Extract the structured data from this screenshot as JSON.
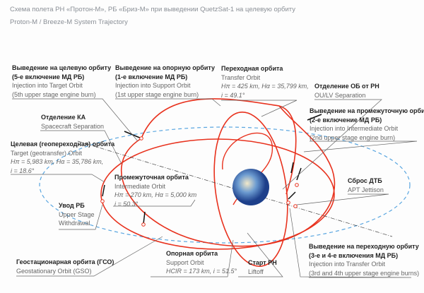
{
  "title_ru": "Схема полета РН «Протон-М», РБ «Бриз-М» при выведении QuetzSat-1 на целевую орбиту",
  "title_en": "Proton-M / Breeze-M System Trajectory",
  "colors": {
    "orbit": "#e8321e",
    "gso": "#5aa6e0",
    "leader": "#555555"
  },
  "labels": {
    "target_injection": {
      "ru1": "Выведение на целевую орбиту",
      "ru2": "(5-е включение МД РБ)",
      "en1": "Injection into Target Orbit",
      "en2": "(5th upper stage engine burn)"
    },
    "support_injection": {
      "ru1": "Выведение на опорную орбиту",
      "ru2": "(1-е включение МД РБ)",
      "en1": "Injection into Support Orbit",
      "en2": "(1st upper stage engine burn)"
    },
    "transfer_orbit": {
      "ru": "Переходная орбита",
      "en": "Transfer Orbit",
      "p1": "Hπ = 425 km, Hα = 35,799 km,",
      "p2": "i = 49.1°"
    },
    "ou_separation": {
      "ru": "Отделение ОБ от РН",
      "en": "OU/LV Separation"
    },
    "intermediate_injection": {
      "ru1": "Выведение на промежуточную орбиту",
      "ru2": "(2-е включение МД РБ)",
      "en1": "Injection into Intermediate Orbit",
      "en2": "(2nd upper stage engine burn)"
    },
    "sc_separation": {
      "ru": "Отделение КА",
      "en": "Spacecraft Separation"
    },
    "target_orbit": {
      "ru": "Целевая (геопереходная) орбита",
      "en": "Target (geotransfer) Orbit",
      "p1": "Hπ = 5,983 km, Hα = 35,786 km,",
      "p2": "i = 18.6°"
    },
    "intermediate_orbit": {
      "ru": "Промежуточная орбита",
      "en": "Intermediate Orbit",
      "p1": "Hπ = 270 km, Hα = 5,000 km",
      "p2": "i = 50.3°"
    },
    "withdrawal": {
      "ru": "Увод РБ",
      "en1": "Upper Stage",
      "en2": "Withdrawal"
    },
    "apt_jettison": {
      "ru": "Сброс ДТБ",
      "en": "APT Jettison"
    },
    "transfer_injection": {
      "ru1": "Выведение на переходную орбиту",
      "ru2": "(3-е и 4-е включения МД РБ)",
      "en1": "Injection into Transfer Orbit",
      "en2": "(3rd and 4th upper stage engine burns)"
    },
    "gso": {
      "ru": "Геостационарная орбита (ГСО)",
      "en": "Geostationary Orbit (GSO)"
    },
    "support_orbit": {
      "ru": "Опорная орбита",
      "en": "Support Orbit",
      "p1": "HCIR = 173 km, i = 51.5°"
    },
    "liftoff": {
      "ru": "Старт РН",
      "en": "Liftoff"
    }
  }
}
